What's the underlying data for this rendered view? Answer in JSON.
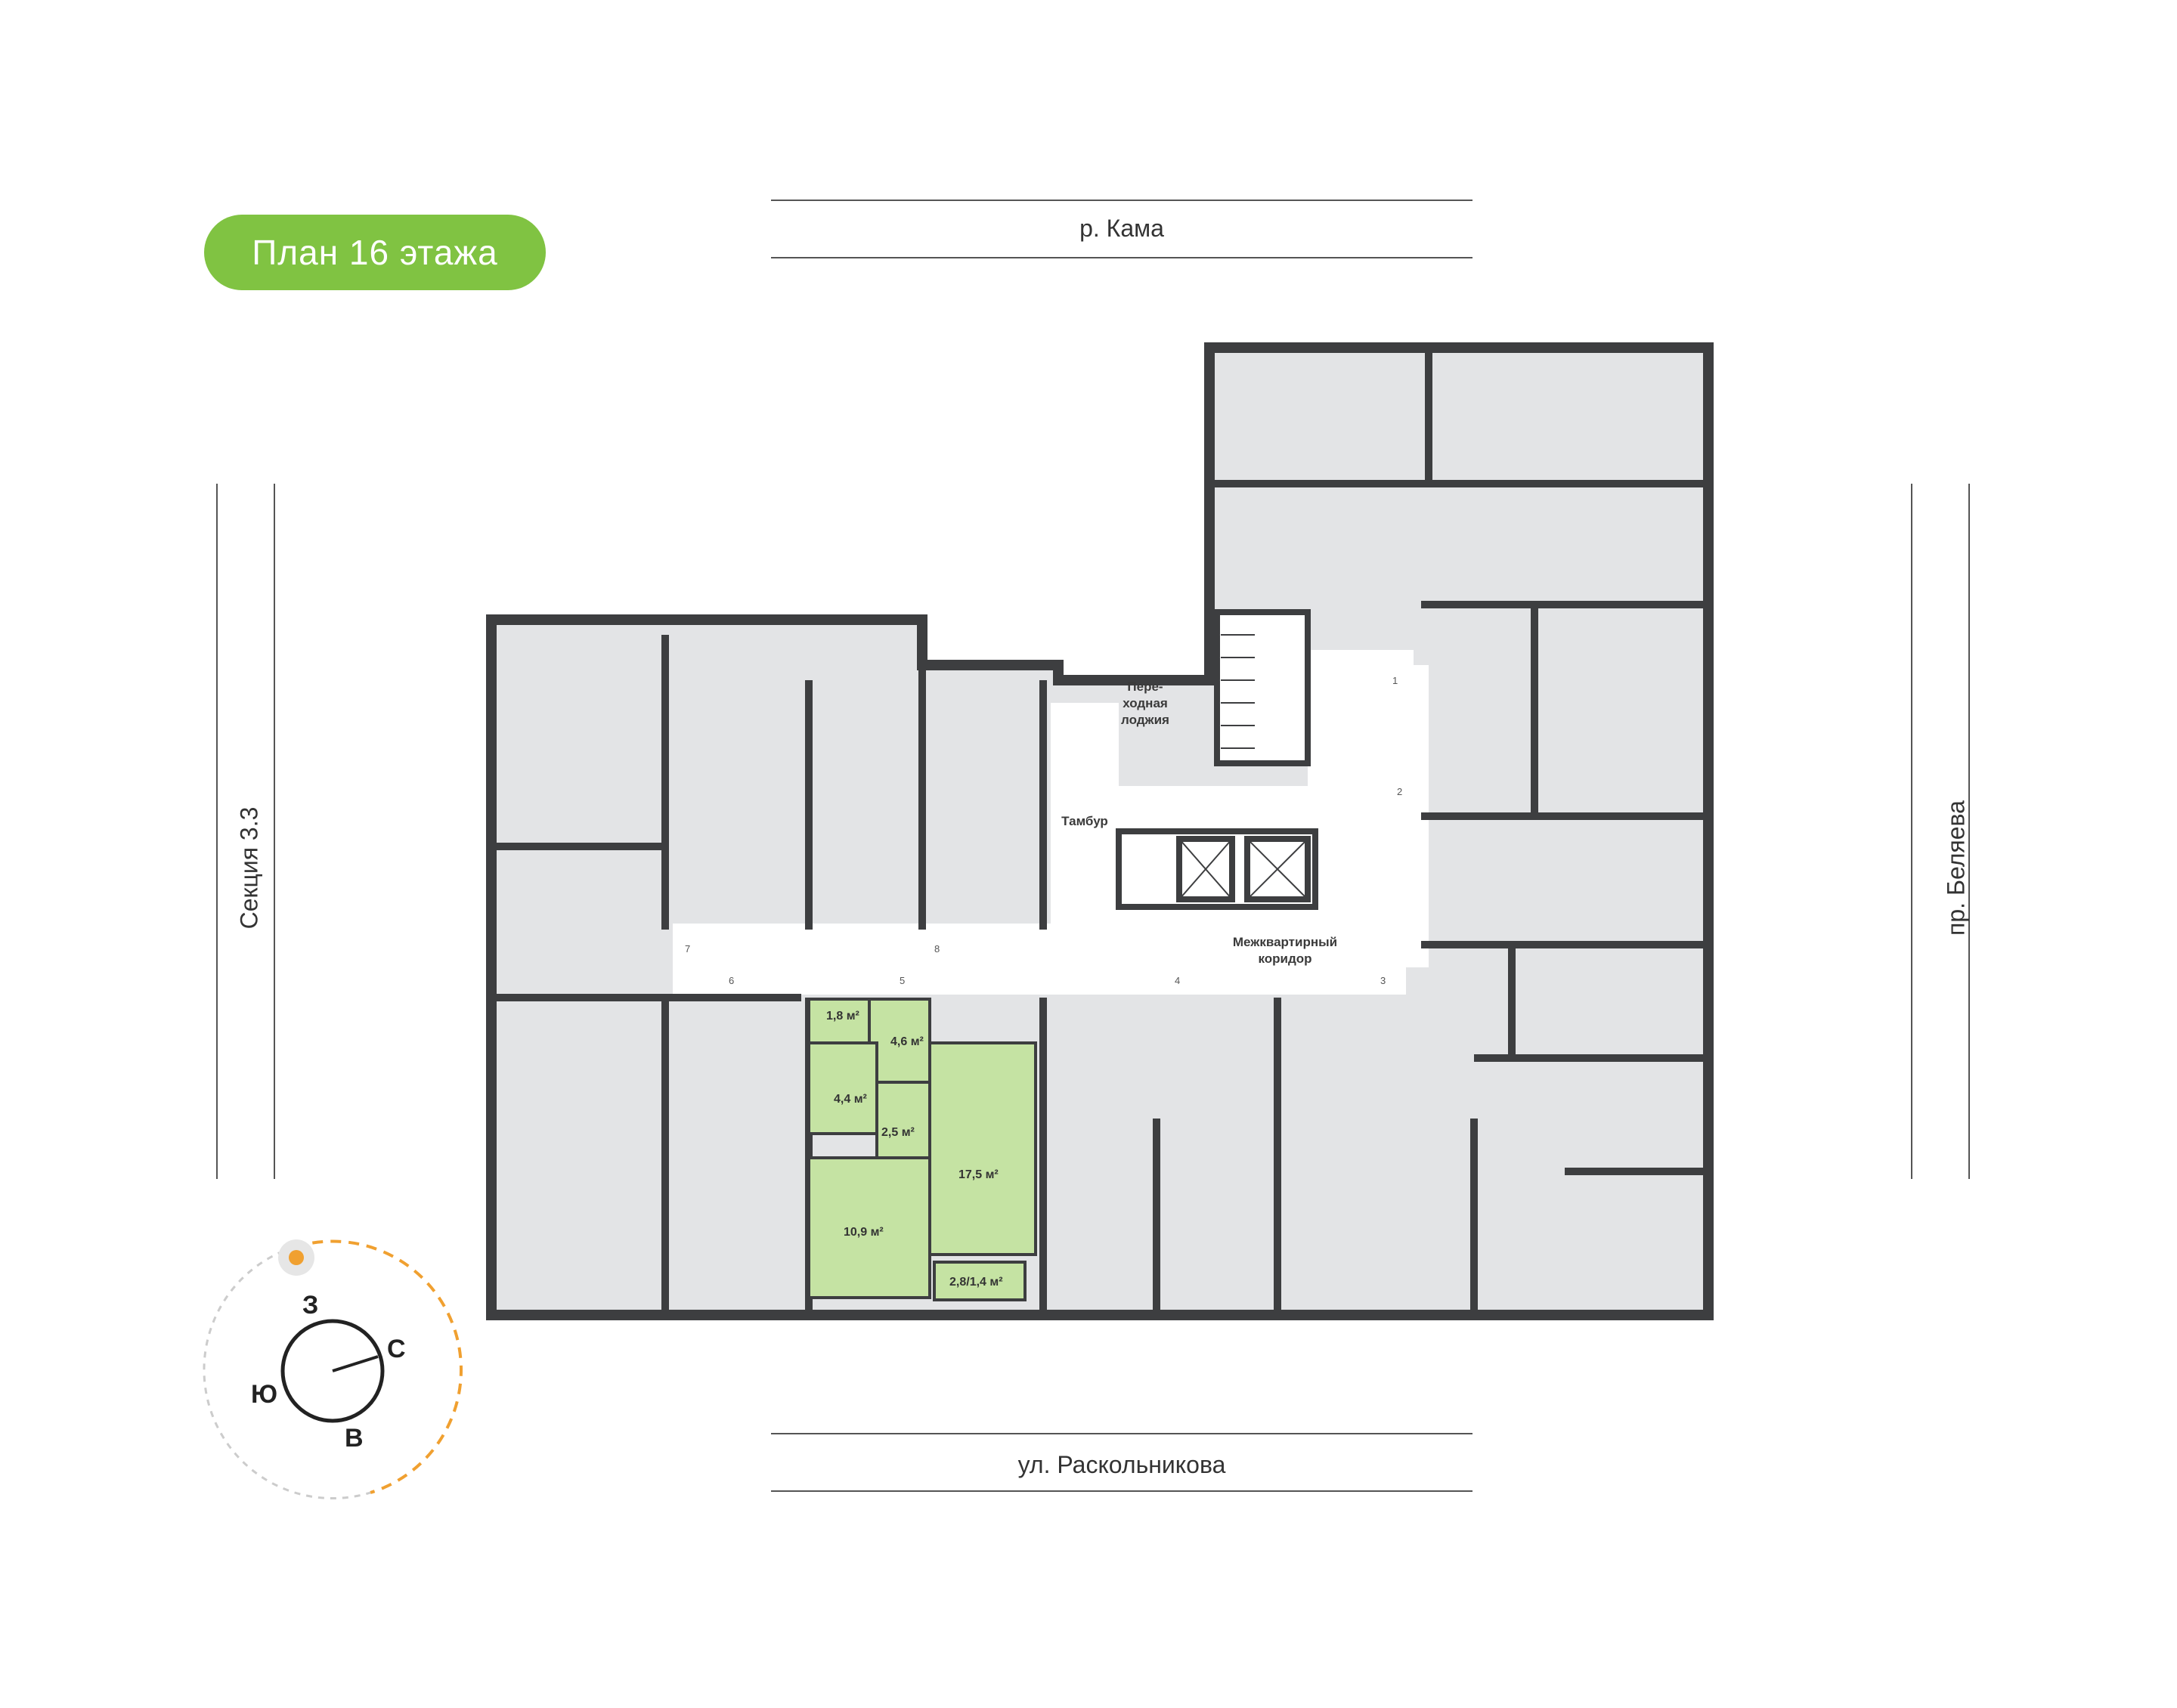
{
  "title": "План 16 этажа",
  "streets": {
    "top": "р. Кама",
    "bottom": "ул. Раскольникова",
    "left": "Секция 3.3",
    "right": "пр. Беляева"
  },
  "labels": {
    "loggia": "Пере-\nходная\nлоджия",
    "tambur": "Тамбур",
    "corridor": "Межквартирный\nкоридор"
  },
  "apartment": {
    "rooms": [
      {
        "name": "room-1",
        "area": "1,8 м²"
      },
      {
        "name": "room-2",
        "area": "4,6 м²"
      },
      {
        "name": "room-3",
        "area": "4,4 м²"
      },
      {
        "name": "room-4",
        "area": "2,5 м²"
      },
      {
        "name": "room-5",
        "area": "17,5 м²"
      },
      {
        "name": "room-6",
        "area": "10,9 м²"
      },
      {
        "name": "room-7",
        "area": "2,8/1,4 м²"
      }
    ],
    "color": "#c5e3a3"
  },
  "doors": [
    "1",
    "2",
    "3",
    "4",
    "5",
    "6",
    "7",
    "8"
  ],
  "compass": {
    "west": "З",
    "north": "С",
    "south": "Ю",
    "east": "В"
  },
  "colors": {
    "accent": "#80c342",
    "room": "#e3e4e6",
    "wall": "#3d3e40",
    "sun_path": "#f0a030"
  },
  "icons": [
    "sun-icon"
  ]
}
